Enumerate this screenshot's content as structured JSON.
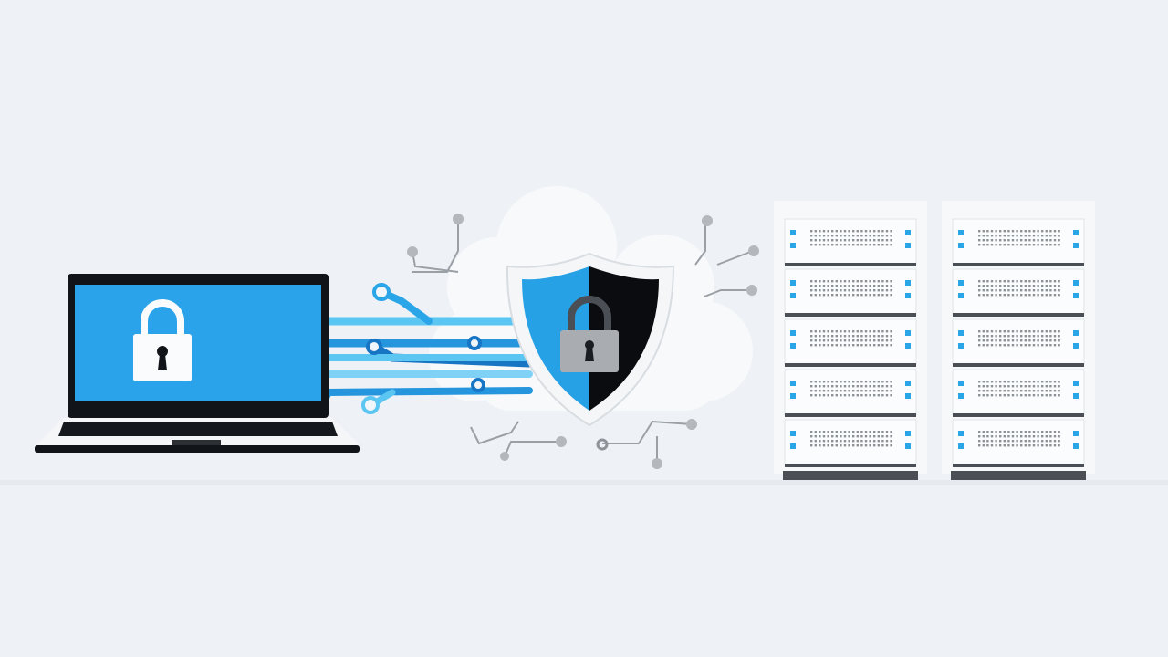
{
  "colors": {
    "background": "#eef2f6",
    "accent_blue": "#2aa6e8",
    "deep_blue": "#1775c4",
    "light_blue": "#5cc6f2",
    "laptop_frame": "#111418",
    "screen_blue": "#2ba3ea",
    "shield_blue": "#27a1e6",
    "shield_dark": "#0a0c0f",
    "lock_white": "#fafbfc",
    "lock_grey": "#a9adb2",
    "server_white": "#f7f8fa",
    "server_dark": "#4a4f55",
    "vent_grey": "#8c9197",
    "node_grey": "#b4b8bd",
    "led_blue": "#2aa6e8"
  },
  "illustration": {
    "laptop": {
      "icon": "laptop-icon",
      "screen_icon": "padlock-icon"
    },
    "shield": {
      "icon": "shield-icon",
      "center_icon": "padlock-icon"
    },
    "cloud": {
      "icon": "cloud-icon"
    },
    "servers": {
      "icon": "server-rack-icon",
      "racks": 2,
      "units_per_rack": 5
    },
    "circuit_lines": 6
  }
}
